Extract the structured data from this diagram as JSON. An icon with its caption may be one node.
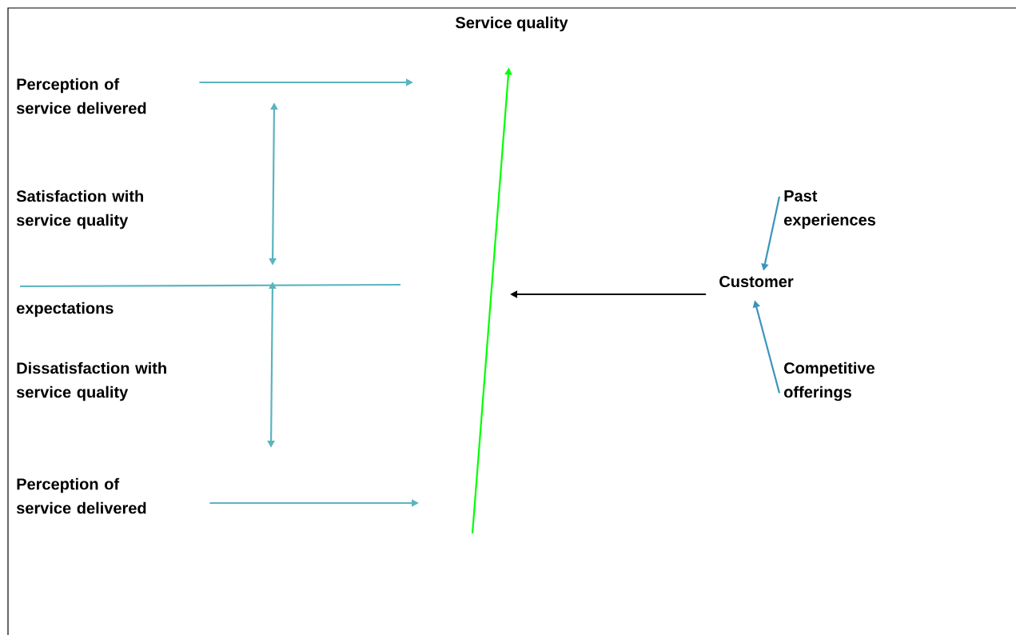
{
  "diagram": {
    "nodes": [
      {
        "text": [
          "Service quality"
        ]
      },
      {
        "text": [
          "Perception of service delivered"
        ]
      },
      {
        "text": [
          "Satisfaction with service quality"
        ]
      },
      {
        "text": [
          "expectations"
        ]
      },
      {
        "text": [
          "Dissatisfaction with service quality"
        ]
      },
      {
        "text": [
          "Perception of service delivered"
        ]
      },
      {
        "text": [
          "Customer"
        ]
      },
      {
        "text": [
          "Past experiences"
        ]
      },
      {
        "text": [
          "Competitive offerings"
        ]
      }
    ],
    "edges": [
      {
        "from": null,
        "to": 0,
        "arrow": "to",
        "color": "#00ff00"
      },
      {
        "from": 1,
        "to": null,
        "arrow": "to",
        "color": "#5bb4c0"
      },
      {
        "from": 5,
        "to": null,
        "arrow": "to",
        "color": "#5bb4c0"
      },
      {
        "from": 6,
        "to": null,
        "arrow": "to",
        "color": "#000000"
      },
      {
        "from": 7,
        "to": 6,
        "arrow": "to",
        "color": "#3a94bb"
      },
      {
        "from": 8,
        "to": 6,
        "arrow": "to",
        "color": "#3a94bb"
      }
    ]
  }
}
